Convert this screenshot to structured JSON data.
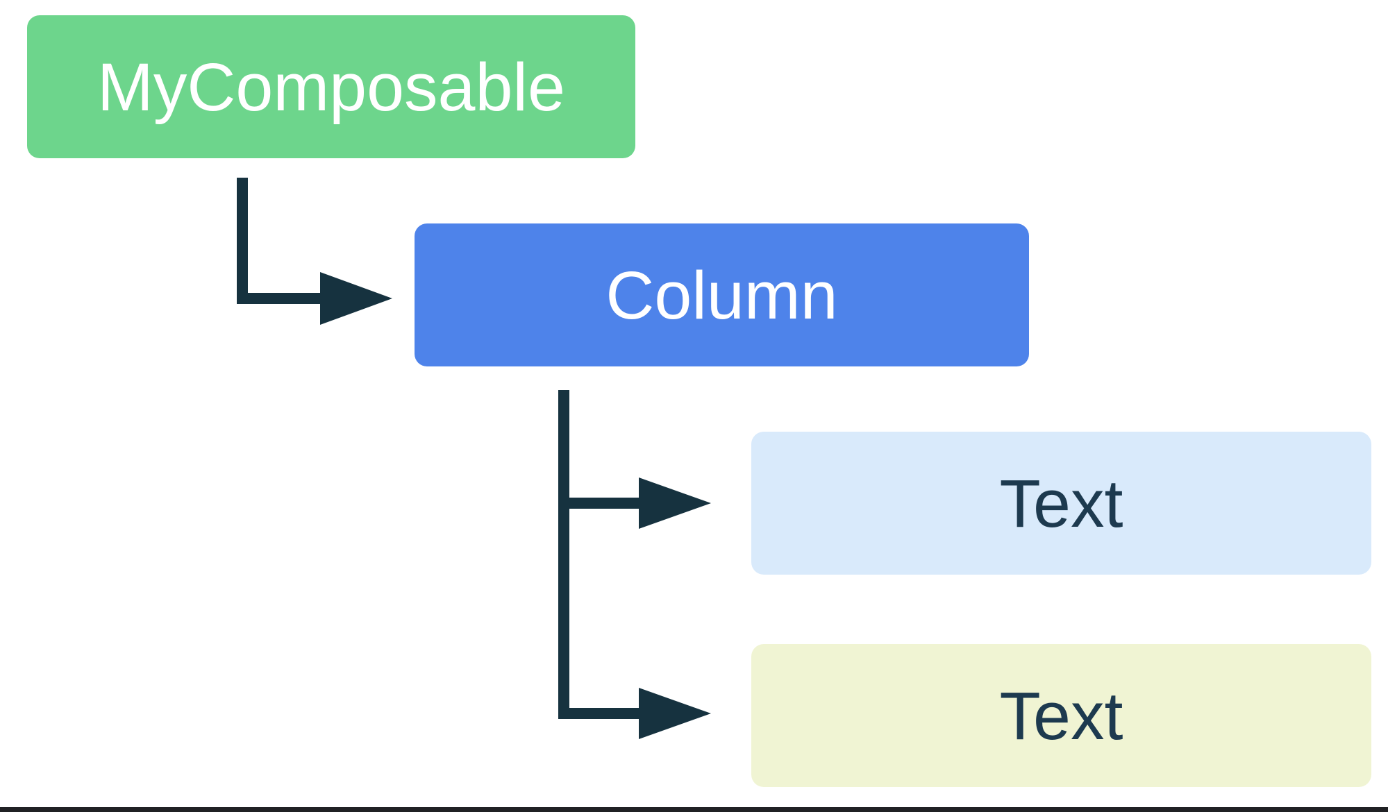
{
  "diagram": {
    "nodes": [
      {
        "id": "my-composable",
        "label": "MyComposable",
        "fill": "#6DD58C",
        "text_color": "#FFFFFF"
      },
      {
        "id": "column",
        "label": "Column",
        "fill": "#4E83EA",
        "text_color": "#FFFFFF"
      },
      {
        "id": "text-1",
        "label": "Text",
        "fill": "#D9EAFB",
        "text_color": "#1D3A4F"
      },
      {
        "id": "text-2",
        "label": "Text",
        "fill": "#F0F4D3",
        "text_color": "#1D3A4F"
      }
    ],
    "edges": [
      {
        "from": "my-composable",
        "to": "column"
      },
      {
        "from": "column",
        "to": "text-1"
      },
      {
        "from": "column",
        "to": "text-2"
      }
    ],
    "colors": {
      "arrow": "#16323F",
      "bottom_border": "#202124"
    }
  }
}
